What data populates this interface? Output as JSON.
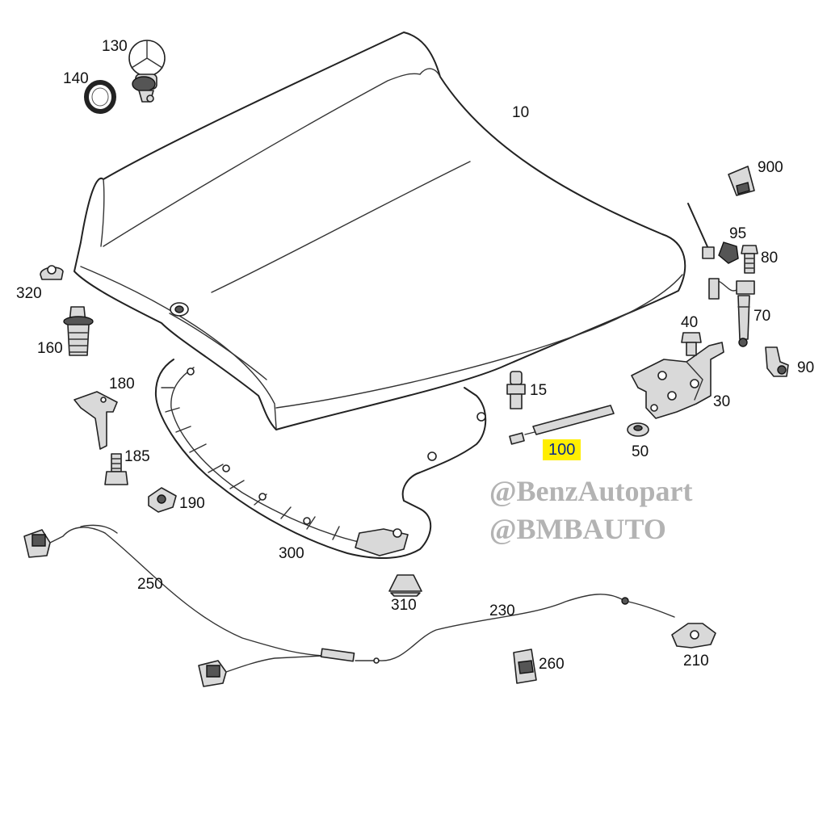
{
  "diagram": {
    "labels": [
      {
        "id": "p130",
        "text": "130"
      },
      {
        "id": "p140",
        "text": "140"
      },
      {
        "id": "p10",
        "text": "10"
      },
      {
        "id": "p900",
        "text": "900"
      },
      {
        "id": "p95",
        "text": "95"
      },
      {
        "id": "p80",
        "text": "80"
      },
      {
        "id": "p320",
        "text": "320"
      },
      {
        "id": "p70",
        "text": "70"
      },
      {
        "id": "p160",
        "text": "160"
      },
      {
        "id": "p40",
        "text": "40"
      },
      {
        "id": "p90",
        "text": "90"
      },
      {
        "id": "p180",
        "text": "180"
      },
      {
        "id": "p15",
        "text": "15"
      },
      {
        "id": "p30",
        "text": "30"
      },
      {
        "id": "p100",
        "text": "100",
        "highlight_color": "#ffee00"
      },
      {
        "id": "p50",
        "text": "50"
      },
      {
        "id": "p185",
        "text": "185"
      },
      {
        "id": "p190",
        "text": "190"
      },
      {
        "id": "p300",
        "text": "300"
      },
      {
        "id": "p250",
        "text": "250"
      },
      {
        "id": "p310",
        "text": "310"
      },
      {
        "id": "p230",
        "text": "230"
      },
      {
        "id": "p260",
        "text": "260"
      },
      {
        "id": "p210",
        "text": "210"
      }
    ]
  },
  "watermarks": {
    "line1": "@BenzAutopart",
    "line2": "@BMBAUTO"
  },
  "colors": {
    "highlight": "#ffee00",
    "highlight_text": "#0a2a8a",
    "watermark": "#b3b3b3",
    "line": "#222222"
  }
}
